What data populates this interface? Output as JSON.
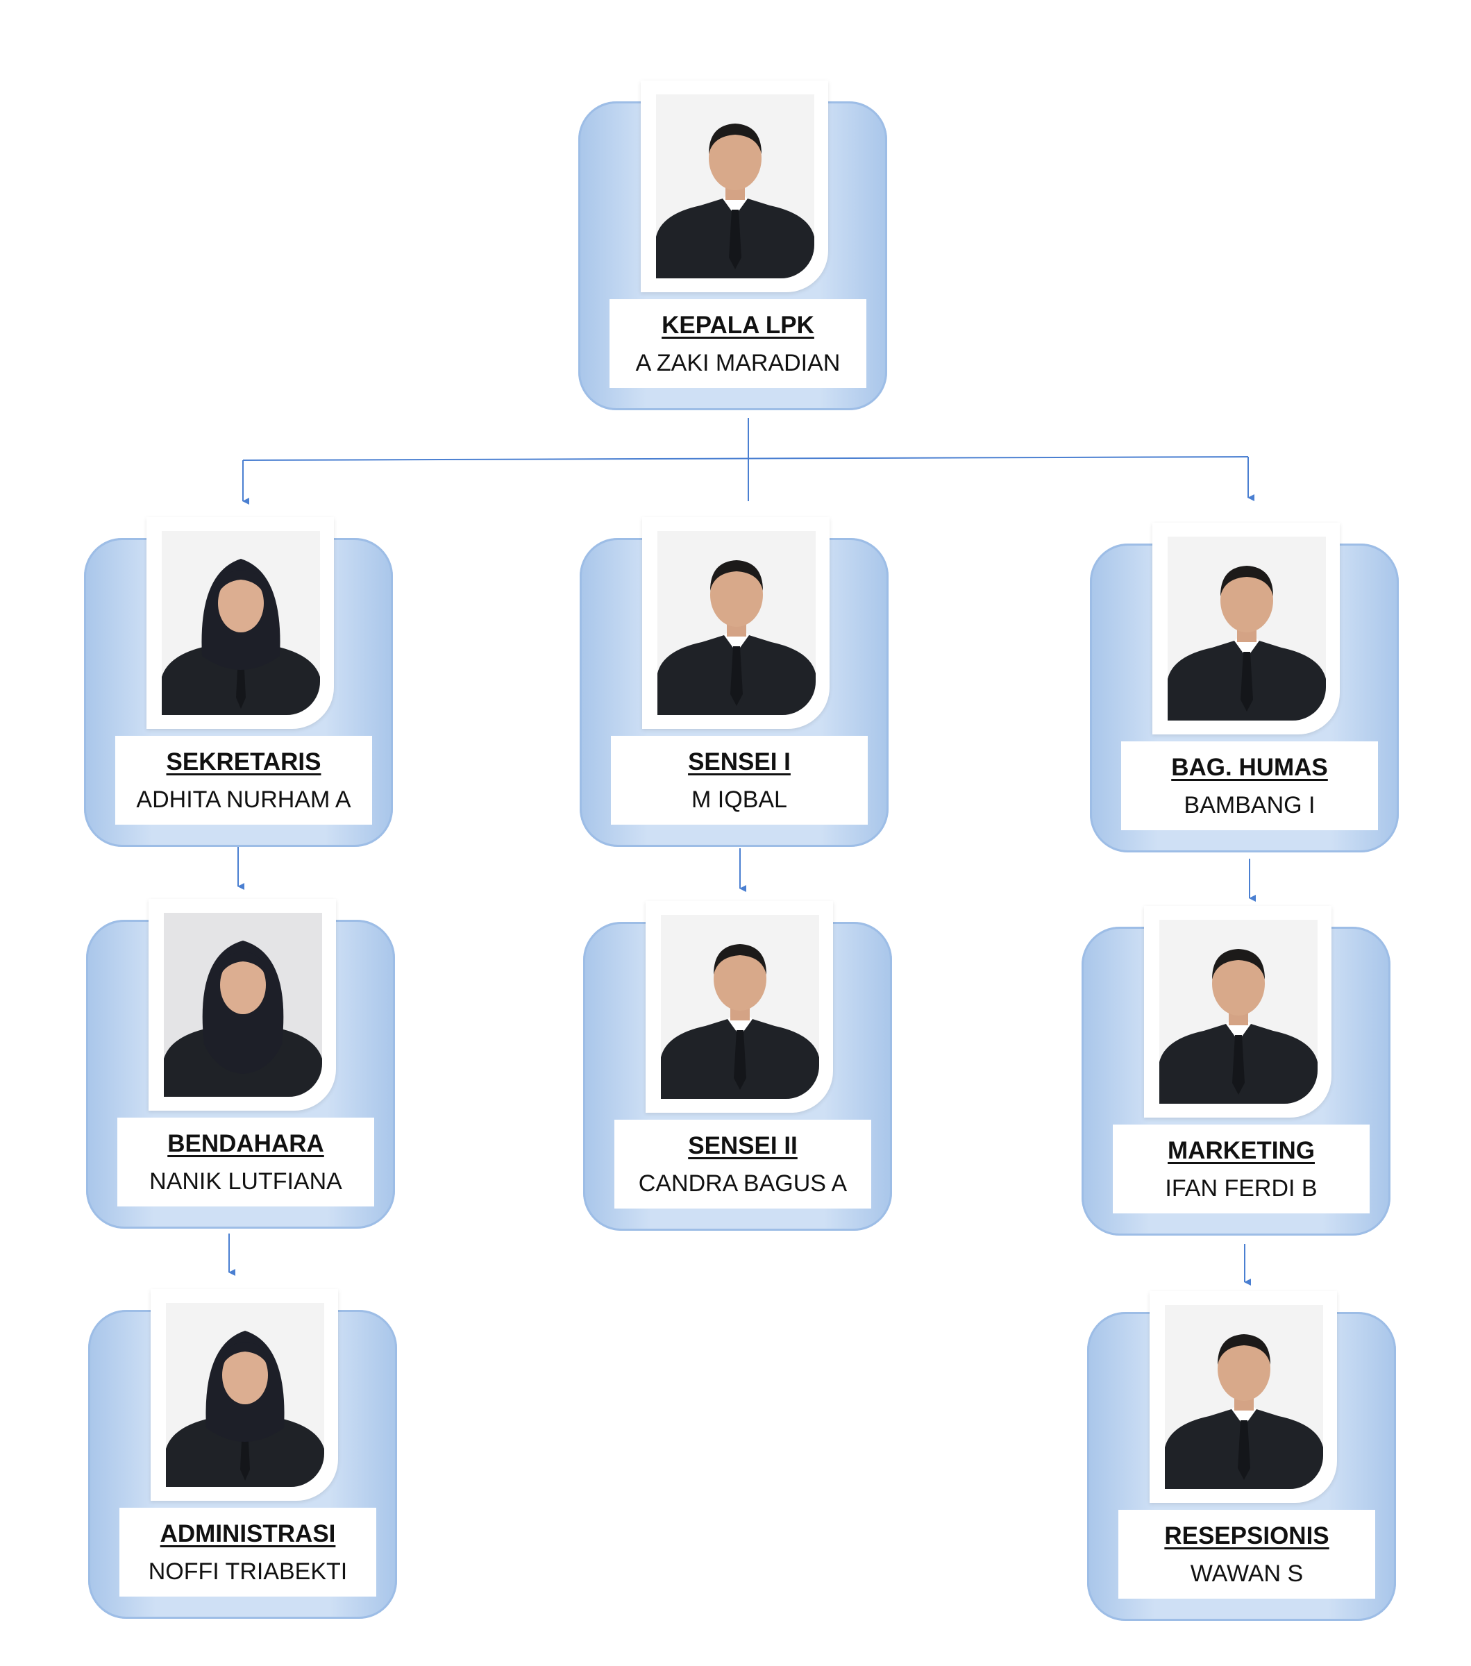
{
  "colors": {
    "connector": "#4a7fd1",
    "card_edge": "#a9c6ea",
    "card_fill": "#cfe0f5",
    "suit": "#1f2227",
    "skin": "#d8a98a",
    "hair": "#1c1a19",
    "hijab": "#1d1f28"
  },
  "nodes": [
    {
      "id": "kepala",
      "role": "KEPALA LPK",
      "name": "A ZAKI MARADIAN",
      "photo": "photo-man-icon"
    },
    {
      "id": "sekretaris",
      "role": "SEKRETARIS",
      "name": "ADHITA NURHAM A",
      "photo": "photo-woman-hijab-icon"
    },
    {
      "id": "sensei1",
      "role": "SENSEI I",
      "name": "M IQBAL",
      "photo": "photo-man-icon"
    },
    {
      "id": "humas",
      "role": "BAG. HUMAS",
      "name": "BAMBANG I",
      "photo": "photo-man-icon"
    },
    {
      "id": "bendahara",
      "role": "BENDAHARA",
      "name": "NANIK LUTFIANA",
      "photo": "photo-woman-hijab-icon"
    },
    {
      "id": "sensei2",
      "role": "SENSEI II",
      "name": "CANDRA BAGUS A",
      "photo": "photo-man-icon"
    },
    {
      "id": "marketing",
      "role": "MARKETING",
      "name": "IFAN FERDI B",
      "photo": "photo-man-icon"
    },
    {
      "id": "administrasi",
      "role": "ADMINISTRASI",
      "name": "NOFFI TRIABEKTI",
      "photo": "photo-woman-hijab-icon"
    },
    {
      "id": "resepsionis",
      "role": "RESEPSIONIS",
      "name": "WAWAN S",
      "photo": "photo-man-icon"
    }
  ],
  "edges": [
    [
      "kepala",
      "sekretaris"
    ],
    [
      "kepala",
      "sensei1"
    ],
    [
      "kepala",
      "humas"
    ],
    [
      "sekretaris",
      "bendahara"
    ],
    [
      "bendahara",
      "administrasi"
    ],
    [
      "sensei1",
      "sensei2"
    ],
    [
      "humas",
      "marketing"
    ],
    [
      "marketing",
      "resepsionis"
    ]
  ]
}
